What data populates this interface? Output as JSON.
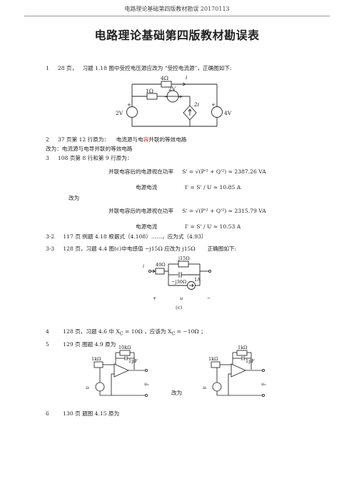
{
  "header": {
    "text": "电路理论基础第四版教材勘误 20170113"
  },
  "title": "电路理论基础第四版教材勘误表",
  "item1": {
    "num": "1",
    "page": "28 页，",
    "text": "习题 1.18  图中受控电压源应改为 “受控电流源”，正确图如下:"
  },
  "fig1": {
    "r1": "4Ω",
    "r2": "1Ω",
    "src_v": "2V",
    "ctrl": "2V",
    "src_r": "4V",
    "cur": "i",
    "dep": "2i"
  },
  "item2": {
    "num": "2",
    "page": "37 页第 12 行原为：",
    "text_a": "电流源与电",
    "text_red": "容",
    "text_b": "并联的等效电路",
    "fix": "改为：电流源与电导并联的等效电路"
  },
  "item3": {
    "num": "3",
    "page": "108 页第 8 行和第 9 行原为：",
    "orig_l1_label": "并联电容后的电源视在功率",
    "orig_l1_eq": "S' = √(P'² + Q'²) ≈ 2387.26 VA",
    "orig_l2_label": "电源电流",
    "orig_l2_eq": "I' = S' / U ≈ 10.85 A",
    "change": "改为",
    "new_l1_label": "并联电容后的电源视在功率",
    "new_l1_eq": "S' = √(P'² + Q'²) ≈ 2315.79 VA",
    "new_l2_label": "电源电流",
    "new_l2_eq": "I' = S' / U ≈ 10.53 A"
  },
  "item32": {
    "num": "3-2",
    "text": "117 页  例题 4.18 根据式（4.108）……，应为式（4.93）"
  },
  "item33": {
    "num": "3-3",
    "text": "128 页，习题 4.4 图(c)中电感值 −j15Ω 应改为 j15Ω",
    "text_b": "正确图如下:"
  },
  "fig33": {
    "r": "40Ω",
    "l": "j15Ω",
    "c": "−j30Ω",
    "cs": "1A",
    "cur": "i",
    "plus": "+",
    "u": "u",
    "minus": "−",
    "caption": "(c)"
  },
  "item4": {
    "num": "4",
    "text": "128 页，习题 4.6 中 X",
    "sub": "C",
    "text_b": " = 10Ω ，应该为 X",
    "sub2": "C",
    "text_c": " = −10Ω ；"
  },
  "item5": {
    "num": "5",
    "text": "129 页  图题 4.9 原为"
  },
  "fig5a": {
    "rf": "10kΩ",
    "cf": "1pF",
    "rin": "1kΩ",
    "ui": "uᵢ",
    "uo": "uₒ"
  },
  "fig5_change": "改为",
  "fig5b": {
    "rf": "1kΩ",
    "cf": "1pF",
    "rin": "1kΩ",
    "ui": "uᵢ",
    "uo": "uₒ"
  },
  "item6": {
    "num": "6",
    "text": "130 页  题图 4.15  原为"
  }
}
